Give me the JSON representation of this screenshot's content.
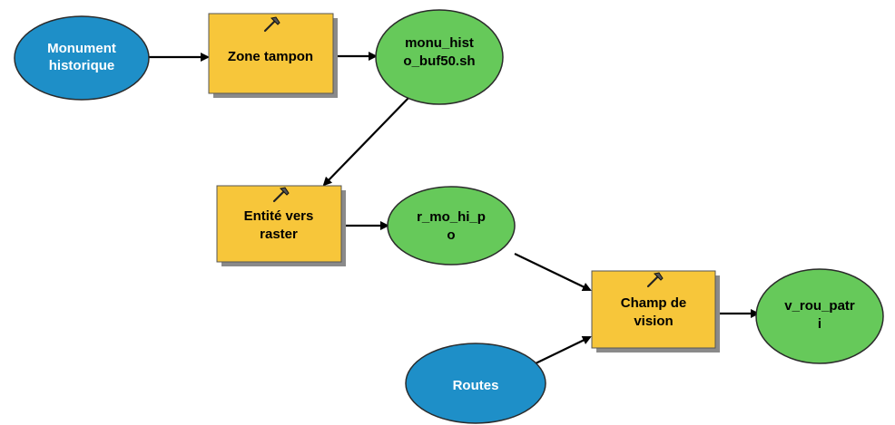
{
  "colors": {
    "input_data": "#1e8fc8",
    "tool": "#f7c63a",
    "output_data": "#66c95a",
    "shadow": "#8a8a8a",
    "outline": "#333333"
  },
  "nodes": {
    "monument": {
      "lines": [
        "Monument",
        "historique"
      ],
      "kind": "input_data"
    },
    "zone_tampon": {
      "lines": [
        "Zone tampon"
      ],
      "kind": "tool",
      "icon": "hammer-icon"
    },
    "monu_histo": {
      "lines": [
        "monu_hist",
        "o_buf50.sh"
      ],
      "kind": "output_data"
    },
    "entite_raster": {
      "lines": [
        "Entité vers",
        "raster"
      ],
      "kind": "tool",
      "icon": "hammer-icon"
    },
    "r_mo_hi_po": {
      "lines": [
        "r_mo_hi_p",
        "o"
      ],
      "kind": "output_data"
    },
    "champ_vision": {
      "lines": [
        "Champ de",
        "vision"
      ],
      "kind": "tool",
      "icon": "hammer-icon"
    },
    "v_rou_patri": {
      "lines": [
        "v_rou_patr",
        "i"
      ],
      "kind": "output_data"
    },
    "routes": {
      "lines": [
        "Routes"
      ],
      "kind": "input_data"
    }
  }
}
